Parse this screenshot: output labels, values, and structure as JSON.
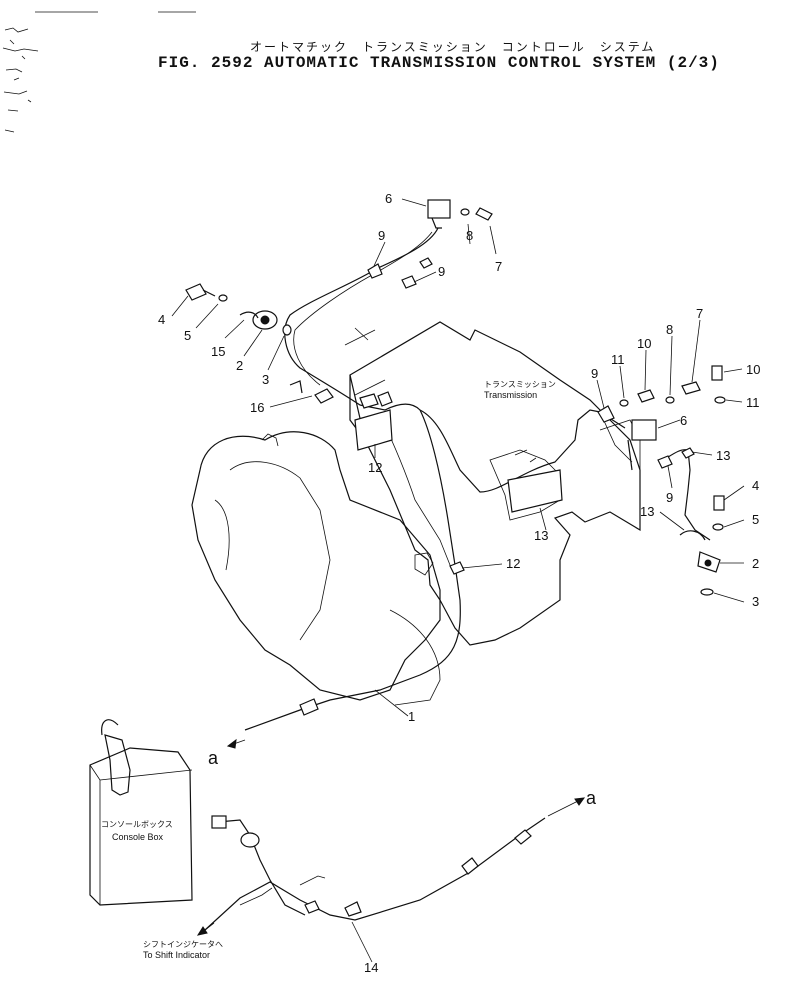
{
  "header": {
    "title_jp": "オートマチック　トランスミッション　コントロール　システム",
    "title_en": "FIG. 2592  AUTOMATIC  TRANSMISSION  CONTROL  SYSTEM  (2/3)"
  },
  "labels": {
    "transmission_jp": "トランスミッション",
    "transmission_en": "Transmission",
    "console_jp": "コンソールボックス",
    "console_en": "Console Box",
    "shift_indicator_jp": "シフトインジケータへ",
    "shift_indicator_en": "To Shift Indicator",
    "arrow_a_left": "a",
    "arrow_a_right": "a"
  },
  "callouts": {
    "c6_top": "6",
    "c9_top": "9",
    "c8_top": "8",
    "c7_top": "7",
    "c9_mid": "9",
    "c4_left": "4",
    "c5_left": "5",
    "c15": "15",
    "c2_left": "2",
    "c3_left": "3",
    "c16": "16",
    "c12_mid": "12",
    "c9_right": "9",
    "c11_a": "11",
    "c10_a": "10",
    "c8_right": "8",
    "c7_right": "7",
    "c10_b": "10",
    "c11_b": "11",
    "c6_right": "6",
    "c13_a": "13",
    "c9_lower": "9",
    "c4_right": "4",
    "c13_b": "13",
    "c5_right": "5",
    "c13_c": "13",
    "c2_right": "2",
    "c3_right": "3",
    "c12_low": "12",
    "c1": "1",
    "c14": "14"
  }
}
